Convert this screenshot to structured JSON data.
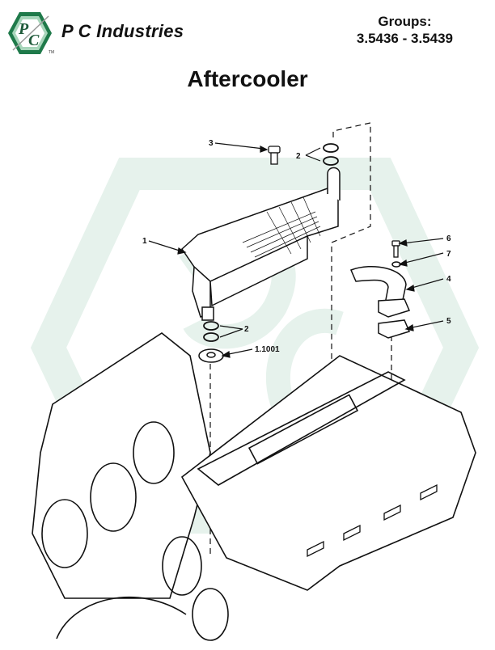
{
  "header": {
    "company_name": "P C Industries",
    "logo_text": "PC",
    "logo_trademark": "TM",
    "groups_label": "Groups:",
    "groups_range": "3.5436 - 3.5439"
  },
  "page_title": "Aftercooler",
  "colors": {
    "brand_green": "#1f7a4a",
    "brand_light_green": "#a8d6bb",
    "watermark": "#e6f2ec",
    "line": "#111111"
  },
  "diagram": {
    "callouts": [
      {
        "label": "1",
        "part": "aftercooler"
      },
      {
        "label": "2",
        "part": "o-rings (upper)"
      },
      {
        "label": "2",
        "part": "o-rings (lower)"
      },
      {
        "label": "3",
        "part": "bolt"
      },
      {
        "label": "4",
        "part": "elbow tube"
      },
      {
        "label": "5",
        "part": "gasket"
      },
      {
        "label": "6",
        "part": "bolt"
      },
      {
        "label": "7",
        "part": "washer"
      },
      {
        "label": "1.1001",
        "part": "adapter"
      }
    ]
  }
}
